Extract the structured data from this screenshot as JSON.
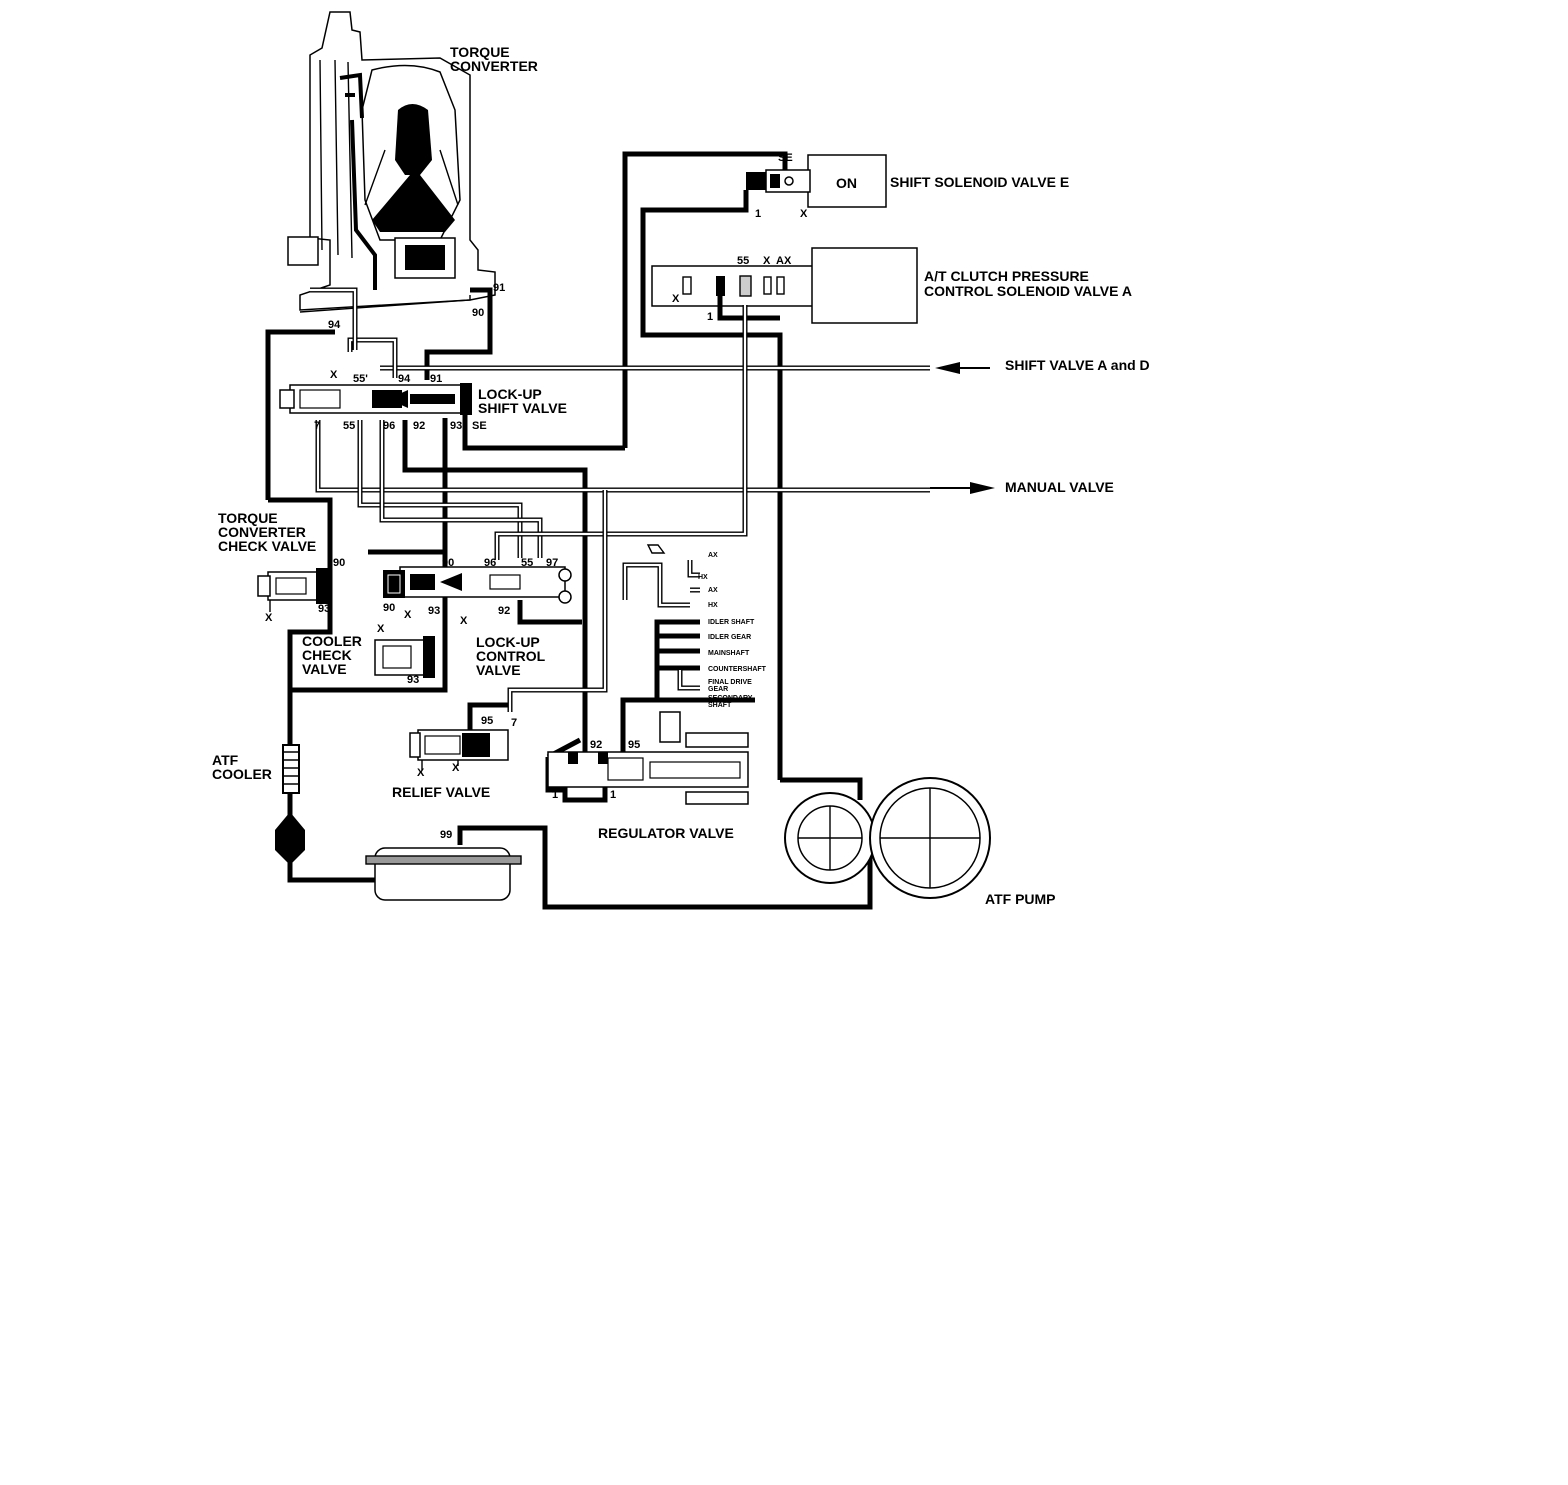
{
  "labels": {
    "torque_converter": [
      "TORQUE",
      "CONVERTER"
    ],
    "shift_solenoid_e": "SHIFT SOLENOID VALVE E",
    "solenoid_state": "ON",
    "clutch_pressure_solenoid_a": [
      "A/T CLUTCH PRESSURE",
      "CONTROL SOLENOID VALVE A"
    ],
    "shift_valve_a_d": "SHIFT VALVE A and D",
    "lockup_shift_valve": [
      "LOCK-UP",
      "SHIFT VALVE"
    ],
    "manual_valve": "MANUAL VALVE",
    "tc_check_valve": [
      "TORQUE",
      "CONVERTER",
      "CHECK VALVE"
    ],
    "cooler_check_valve": [
      "COOLER",
      "CHECK",
      "VALVE"
    ],
    "lockup_control_valve": [
      "LOCK-UP",
      "CONTROL",
      "VALVE"
    ],
    "atf_cooler": [
      "ATF",
      "COOLER"
    ],
    "relief_valve": "RELIEF VALVE",
    "regulator_valve": "REGULATOR VALVE",
    "atf_pump": "ATF PUMP"
  },
  "ports": {
    "tc": [
      "91",
      "90",
      "94"
    ],
    "se_top": "SE",
    "se_one": "1",
    "se_x": "X",
    "sol_a": [
      "55",
      "X",
      "AX",
      "X",
      "1"
    ],
    "lockup_shift_top": [
      "X",
      "55'",
      "94",
      "91"
    ],
    "lockup_shift_bottom": [
      "7",
      "55",
      "96",
      "92",
      "93",
      "SE"
    ],
    "tc_check": [
      "90",
      "93",
      "X"
    ],
    "lockup_control_top": [
      "90",
      "96",
      "55",
      "97"
    ],
    "lockup_control_bottom": [
      "90",
      "X",
      "93",
      "X",
      "92"
    ],
    "cooler_check": [
      "X",
      "93"
    ],
    "relief": [
      "95",
      "7",
      "X",
      "X"
    ],
    "regulator": [
      "92",
      "95",
      "1",
      "1"
    ],
    "reservoir": "99"
  },
  "lubrication": [
    "AX",
    "HX",
    "AX",
    "HX",
    "IDLER SHAFT",
    "IDLER GEAR",
    "MAINSHAFT",
    "COUNTERSHAFT",
    "FINAL DRIVE",
    "GEAR",
    "SECONDARY",
    "SHAFT"
  ]
}
